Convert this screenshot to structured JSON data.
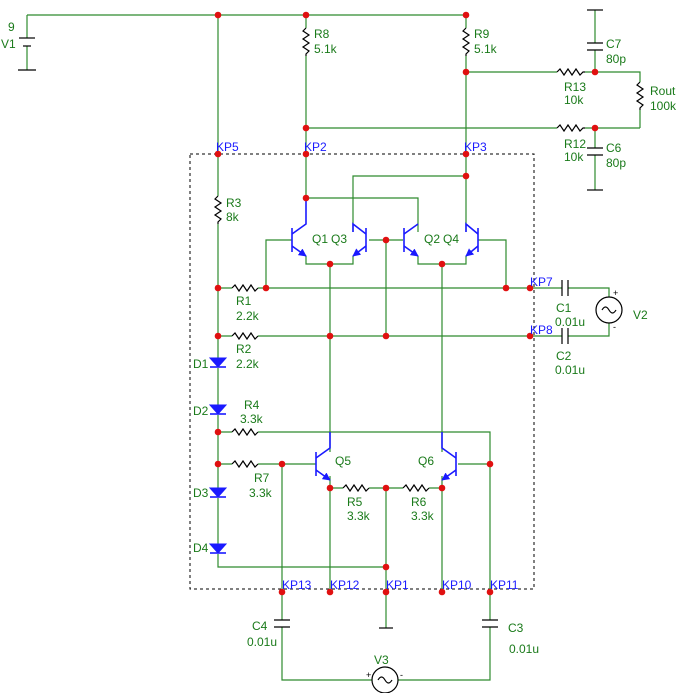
{
  "components": {
    "V1": {
      "value": "9",
      "name": "V1"
    },
    "R8": {
      "name": "R8",
      "value": "5.1k"
    },
    "R9": {
      "name": "R9",
      "value": "5.1k"
    },
    "C7": {
      "name": "C7",
      "value": "80p"
    },
    "C6": {
      "name": "C6",
      "value": "80p"
    },
    "Rout": {
      "name": "Rout",
      "value": "100k"
    },
    "R13": {
      "name": "R13",
      "value": "10k"
    },
    "R12": {
      "name": "R12",
      "value": "10k"
    },
    "R3": {
      "name": "R3",
      "value": "8k"
    },
    "R1": {
      "name": "R1",
      "value": "2.2k"
    },
    "R2": {
      "name": "R2",
      "value": "2.2k"
    },
    "R4": {
      "name": "R4",
      "value": "3.3k"
    },
    "R7": {
      "name": "R7",
      "value": "3.3k"
    },
    "R5": {
      "name": "R5",
      "value": "3.3k"
    },
    "R6": {
      "name": "R6",
      "value": "3.3k"
    },
    "C1": {
      "name": "C1",
      "value": "0.01u"
    },
    "C2": {
      "name": "C2",
      "value": "0.01u"
    },
    "C4": {
      "name": "C4",
      "value": "0.01u"
    },
    "C3": {
      "name": "C3",
      "value": "0.01u"
    },
    "V2": {
      "name": "V2"
    },
    "V3": {
      "name": "V3"
    },
    "Q1": {
      "name": "Q1"
    },
    "Q3": {
      "name": "Q3"
    },
    "Q2": {
      "name": "Q2"
    },
    "Q4": {
      "name": "Q4"
    },
    "Q5": {
      "name": "Q5"
    },
    "Q6": {
      "name": "Q6"
    },
    "D1": {
      "name": "D1"
    },
    "D2": {
      "name": "D2"
    },
    "D3": {
      "name": "D3"
    },
    "D4": {
      "name": "D4"
    }
  },
  "test_points": {
    "KP1": "KP1",
    "KP2": "KP2",
    "KP3": "KP3",
    "KP5": "KP5",
    "KP7": "KP7",
    "KP8": "KP8",
    "KP10": "KP10",
    "KP11": "KP11",
    "KP12": "KP12",
    "KP13": "KP13"
  },
  "polarity": {
    "plus": "+",
    "minus": "-"
  }
}
